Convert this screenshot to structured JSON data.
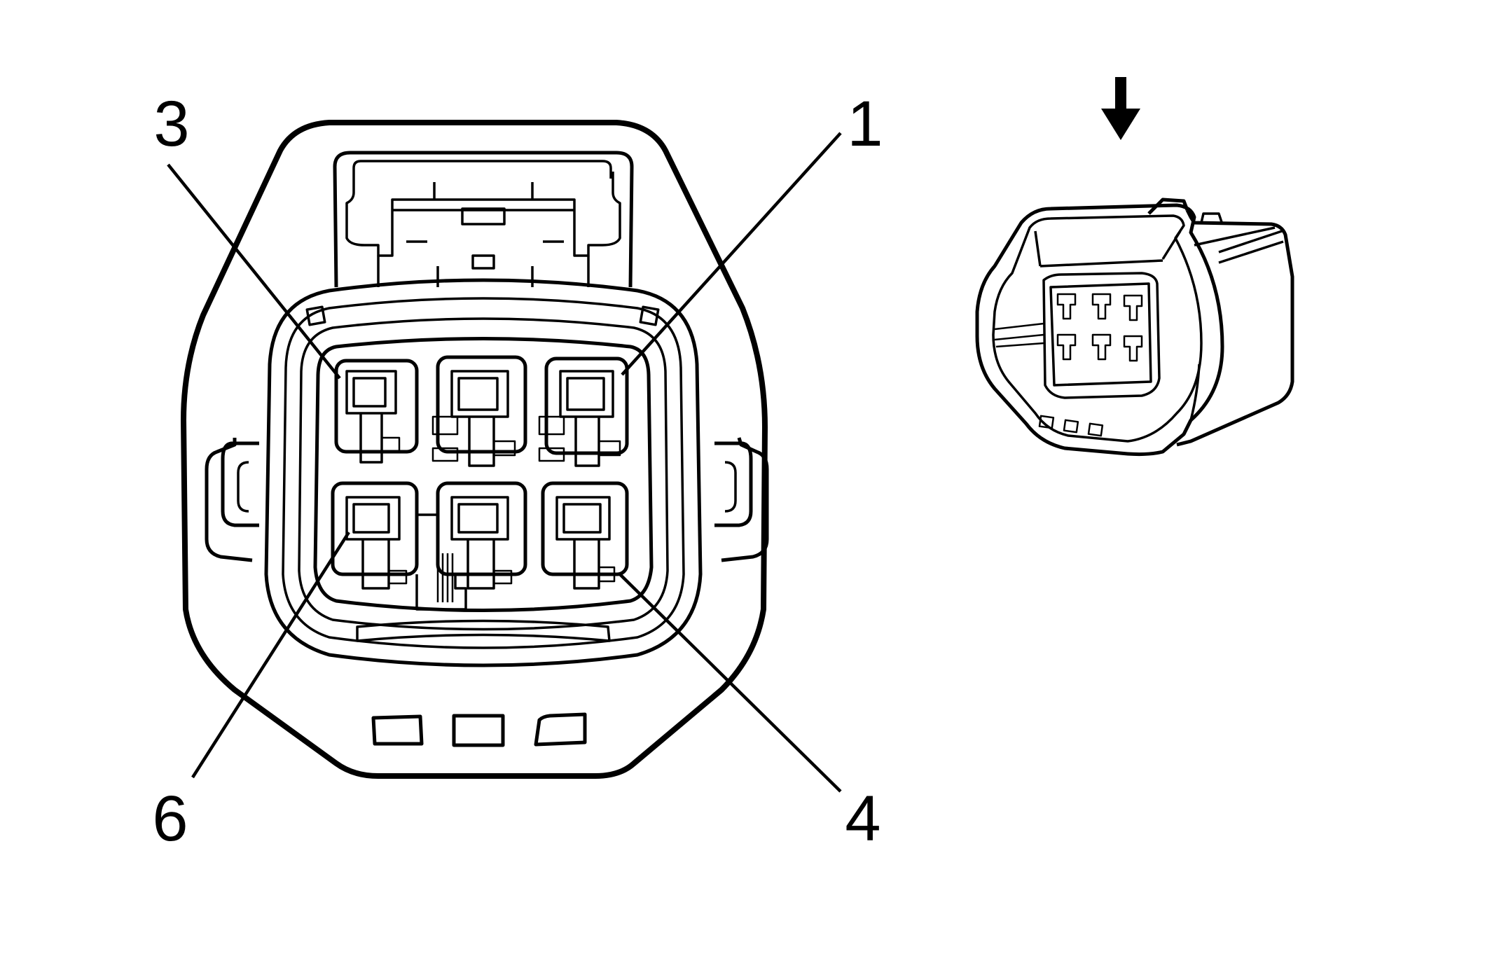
{
  "diagram": {
    "pin_labels": [
      {
        "id": "pin-3",
        "text": "3"
      },
      {
        "id": "pin-1",
        "text": "1"
      },
      {
        "id": "pin-6",
        "text": "6"
      },
      {
        "id": "pin-4",
        "text": "4"
      }
    ],
    "view_indicator": "arrow-down-icon",
    "colors": {
      "line": "#000000",
      "background": "#ffffff"
    }
  }
}
